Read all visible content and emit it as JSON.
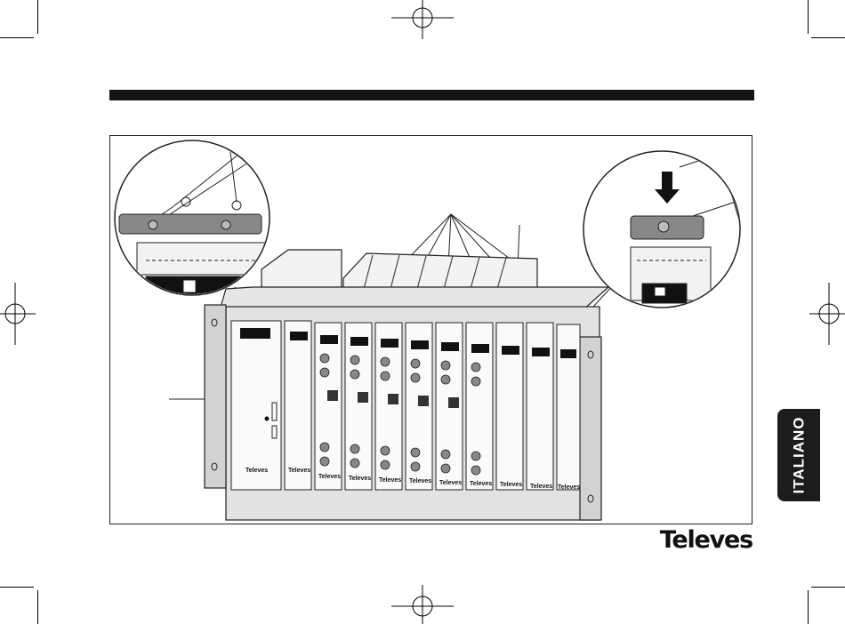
{
  "language_tab": "ITALIANO",
  "brand_logo": "Televes",
  "module_labels": [
    "Televes",
    "Televes",
    "Televes",
    "Televes",
    "Televes",
    "Televes",
    "Televes",
    "Televes",
    "Televes",
    "Televes",
    "Televes"
  ]
}
